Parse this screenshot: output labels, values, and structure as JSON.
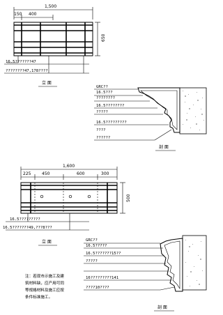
{
  "top_elevation": {
    "dim_total": "1,500",
    "dim_a": "150",
    "dim_b": "400",
    "dim_height": "650",
    "callout_1": "16.5???????47",
    "callout_2": "????????47,178????",
    "view_title": "立  面"
  },
  "top_section": {
    "labels": [
      "GRC??",
      "16.5???",
      "????????",
      "16.5????????",
      "?????",
      "16.5?????????",
      "????",
      "??????"
    ],
    "view_title": "剖  面"
  },
  "bottom_elevation": {
    "dim_total": "1,600",
    "dim_a": "225",
    "dim_b": "450",
    "dim_c": "600",
    "dim_d": "300",
    "dim_height": "500",
    "callout_1": "16.5?????????",
    "callout_2": "16.5???????49,???8???",
    "view_title": "立  面"
  },
  "bottom_section": {
    "labels": [
      "GRC??",
      "16.5?????",
      "16.5???????15??",
      "?????",
      "16?????????141",
      "????10????"
    ],
    "view_title": "剖  面"
  },
  "note": [
    "注：若现市示施工及建",
    "筑材料缺，应产用可同",
    "等规格材料及施工应按",
    "条件标准施工。"
  ]
}
